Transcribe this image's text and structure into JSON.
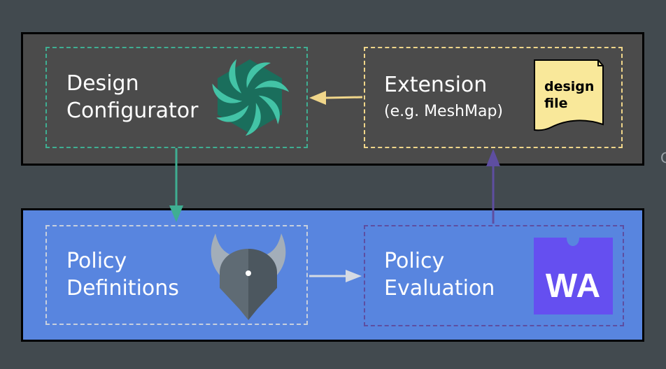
{
  "design_configurator": {
    "line1": "Design",
    "line2": "Configurator",
    "icon": "meshery-icon"
  },
  "extension": {
    "title": "Extension",
    "subtitle": "(e.g. MeshMap)",
    "file_icon": "design-file-icon",
    "file_label_line1": "design",
    "file_label_line2": "file"
  },
  "policy_definitions": {
    "line1": "Policy",
    "line2": "Definitions",
    "icon": "opa-viking-helmet-icon"
  },
  "policy_evaluation": {
    "line1": "Policy",
    "line2": "Evaluation",
    "icon": "webassembly-icon",
    "icon_text": "WA"
  },
  "edge_partial_text": "C",
  "colors": {
    "background": "#424a4f",
    "top_panel": "#4b4b4b",
    "bottom_panel": "#5885df",
    "design_border": "#3fae92",
    "extension_border": "#f0d68a",
    "policy_def_border": "#c7cfdd",
    "policy_eval_border": "#5e4ea0",
    "wasm_purple": "#654ff0"
  }
}
